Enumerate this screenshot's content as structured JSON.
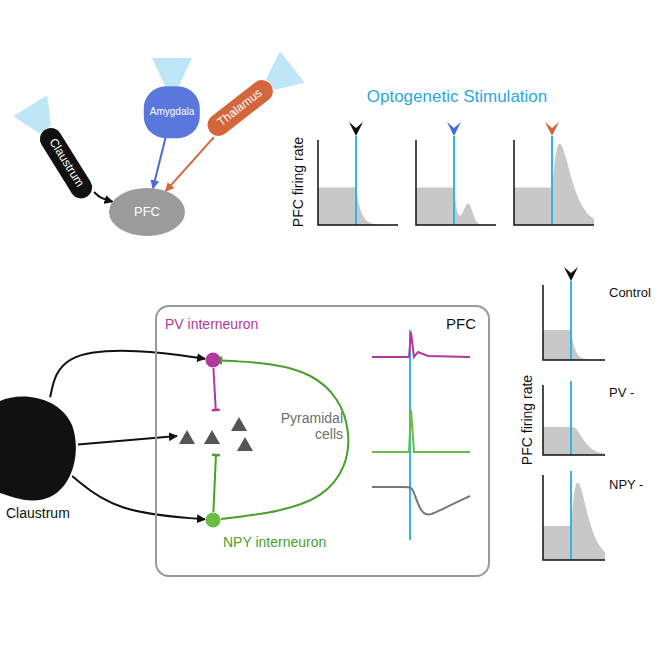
{
  "diagram": {
    "nodes": [
      {
        "text": [
          "Claustrum"
        ]
      },
      {
        "text": [
          "Amygdala"
        ]
      },
      {
        "text": [
          "Thalamus"
        ]
      },
      {
        "text": [
          "PFC"
        ]
      },
      {
        "text": [
          "Claustrum"
        ]
      },
      {
        "text": [
          "PFC"
        ]
      },
      {
        "text": [
          "PV interneuron"
        ],
        "in": 5
      },
      {
        "text": [
          "Pyramidal cells"
        ],
        "in": 5
      },
      {
        "text": [
          "NPY interneuron"
        ],
        "in": 5
      }
    ],
    "edges": [
      {
        "from": 0,
        "to": 3,
        "arrow": "to"
      },
      {
        "from": 1,
        "to": 3,
        "arrow": "to"
      },
      {
        "from": 2,
        "to": 3,
        "arrow": "to"
      },
      {
        "from": 4,
        "to": 6,
        "arrow": "to"
      },
      {
        "from": 4,
        "to": 7,
        "arrow": "to"
      },
      {
        "from": 4,
        "to": 8,
        "arrow": "to"
      },
      {
        "from": 6,
        "to": 7,
        "arrow": "to"
      },
      {
        "from": 8,
        "to": 7,
        "arrow": "to"
      },
      {
        "from": 8,
        "to": 6,
        "arrow": "to"
      }
    ],
    "labels": [
      "Optogenetic Stimulation",
      "PFC firing rate",
      "Control",
      "PV -",
      "NPY -",
      "PFC firing rate"
    ]
  }
}
